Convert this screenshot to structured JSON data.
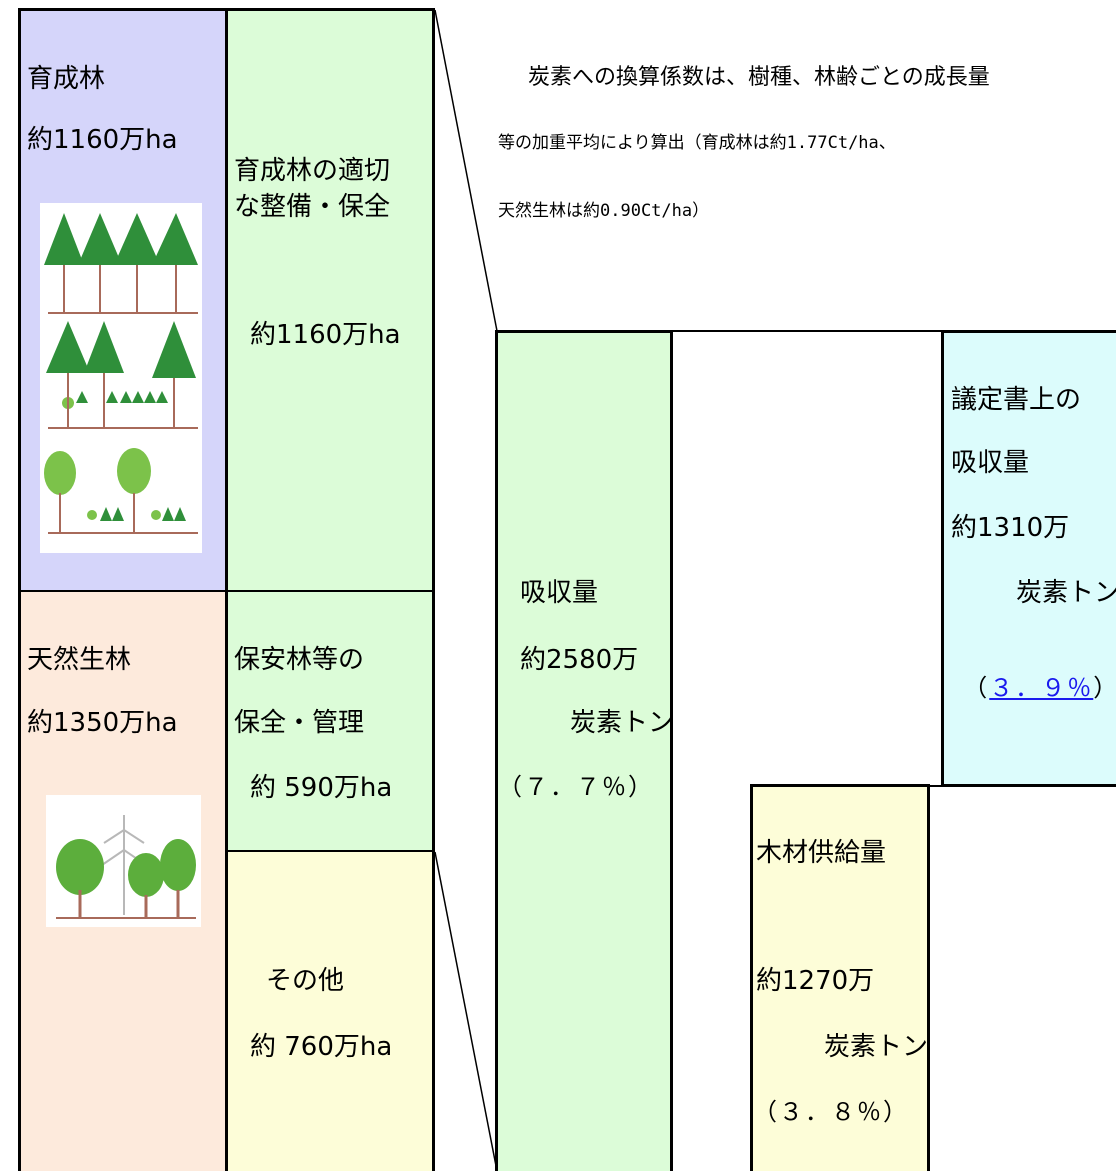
{
  "colors": {
    "planted": "#d5d5fa",
    "management_green": "#dcfcd8",
    "natural": "#fdeadc",
    "other": "#fdfdd8",
    "absorption": "#dcfcd8",
    "protocol": "#dcfcfc",
    "wood": "#fdfdd8",
    "tree_green": "#2f9a3a",
    "trunk": "#a86a5a",
    "link": "#1a1aee"
  },
  "planted_forest": {
    "title": "育成林",
    "area": "約1160万ha",
    "icon": "conifer-forest-illustration"
  },
  "natural_forest": {
    "title": "天然生林",
    "area": "約1350万ha",
    "icon": "broadleaf-forest-illustration"
  },
  "management": {
    "planted": {
      "line1": "育成林の適切",
      "line2": "な整備・保全",
      "area": "約1160万ha"
    },
    "protection": {
      "line1": "保安林等の",
      "line2": "保全・管理",
      "area": "約 590万ha"
    },
    "other": {
      "title": "その他",
      "area": "約 760万ha"
    }
  },
  "note": {
    "line1": "炭素への換算係数は、樹種、林齢ごとの成長量",
    "line2": "等の加重平均により算出（育成林は約1.77Ct/ha、",
    "line3": "天然生林は約0.90Ct/ha）"
  },
  "absorption": {
    "title": "吸収量",
    "value": "約2580万",
    "unit": "炭素トン",
    "pct": "（７．７％）"
  },
  "protocol": {
    "line1": "議定書上の",
    "line2": "吸収量",
    "value": "約1310万",
    "unit": "炭素トン",
    "pct_open": "（",
    "pct_value": "３．９％",
    "pct_close": "）"
  },
  "wood_supply": {
    "title": "木材供給量",
    "value": "約1270万",
    "unit": "炭素トン",
    "pct": "（３．８％）"
  }
}
